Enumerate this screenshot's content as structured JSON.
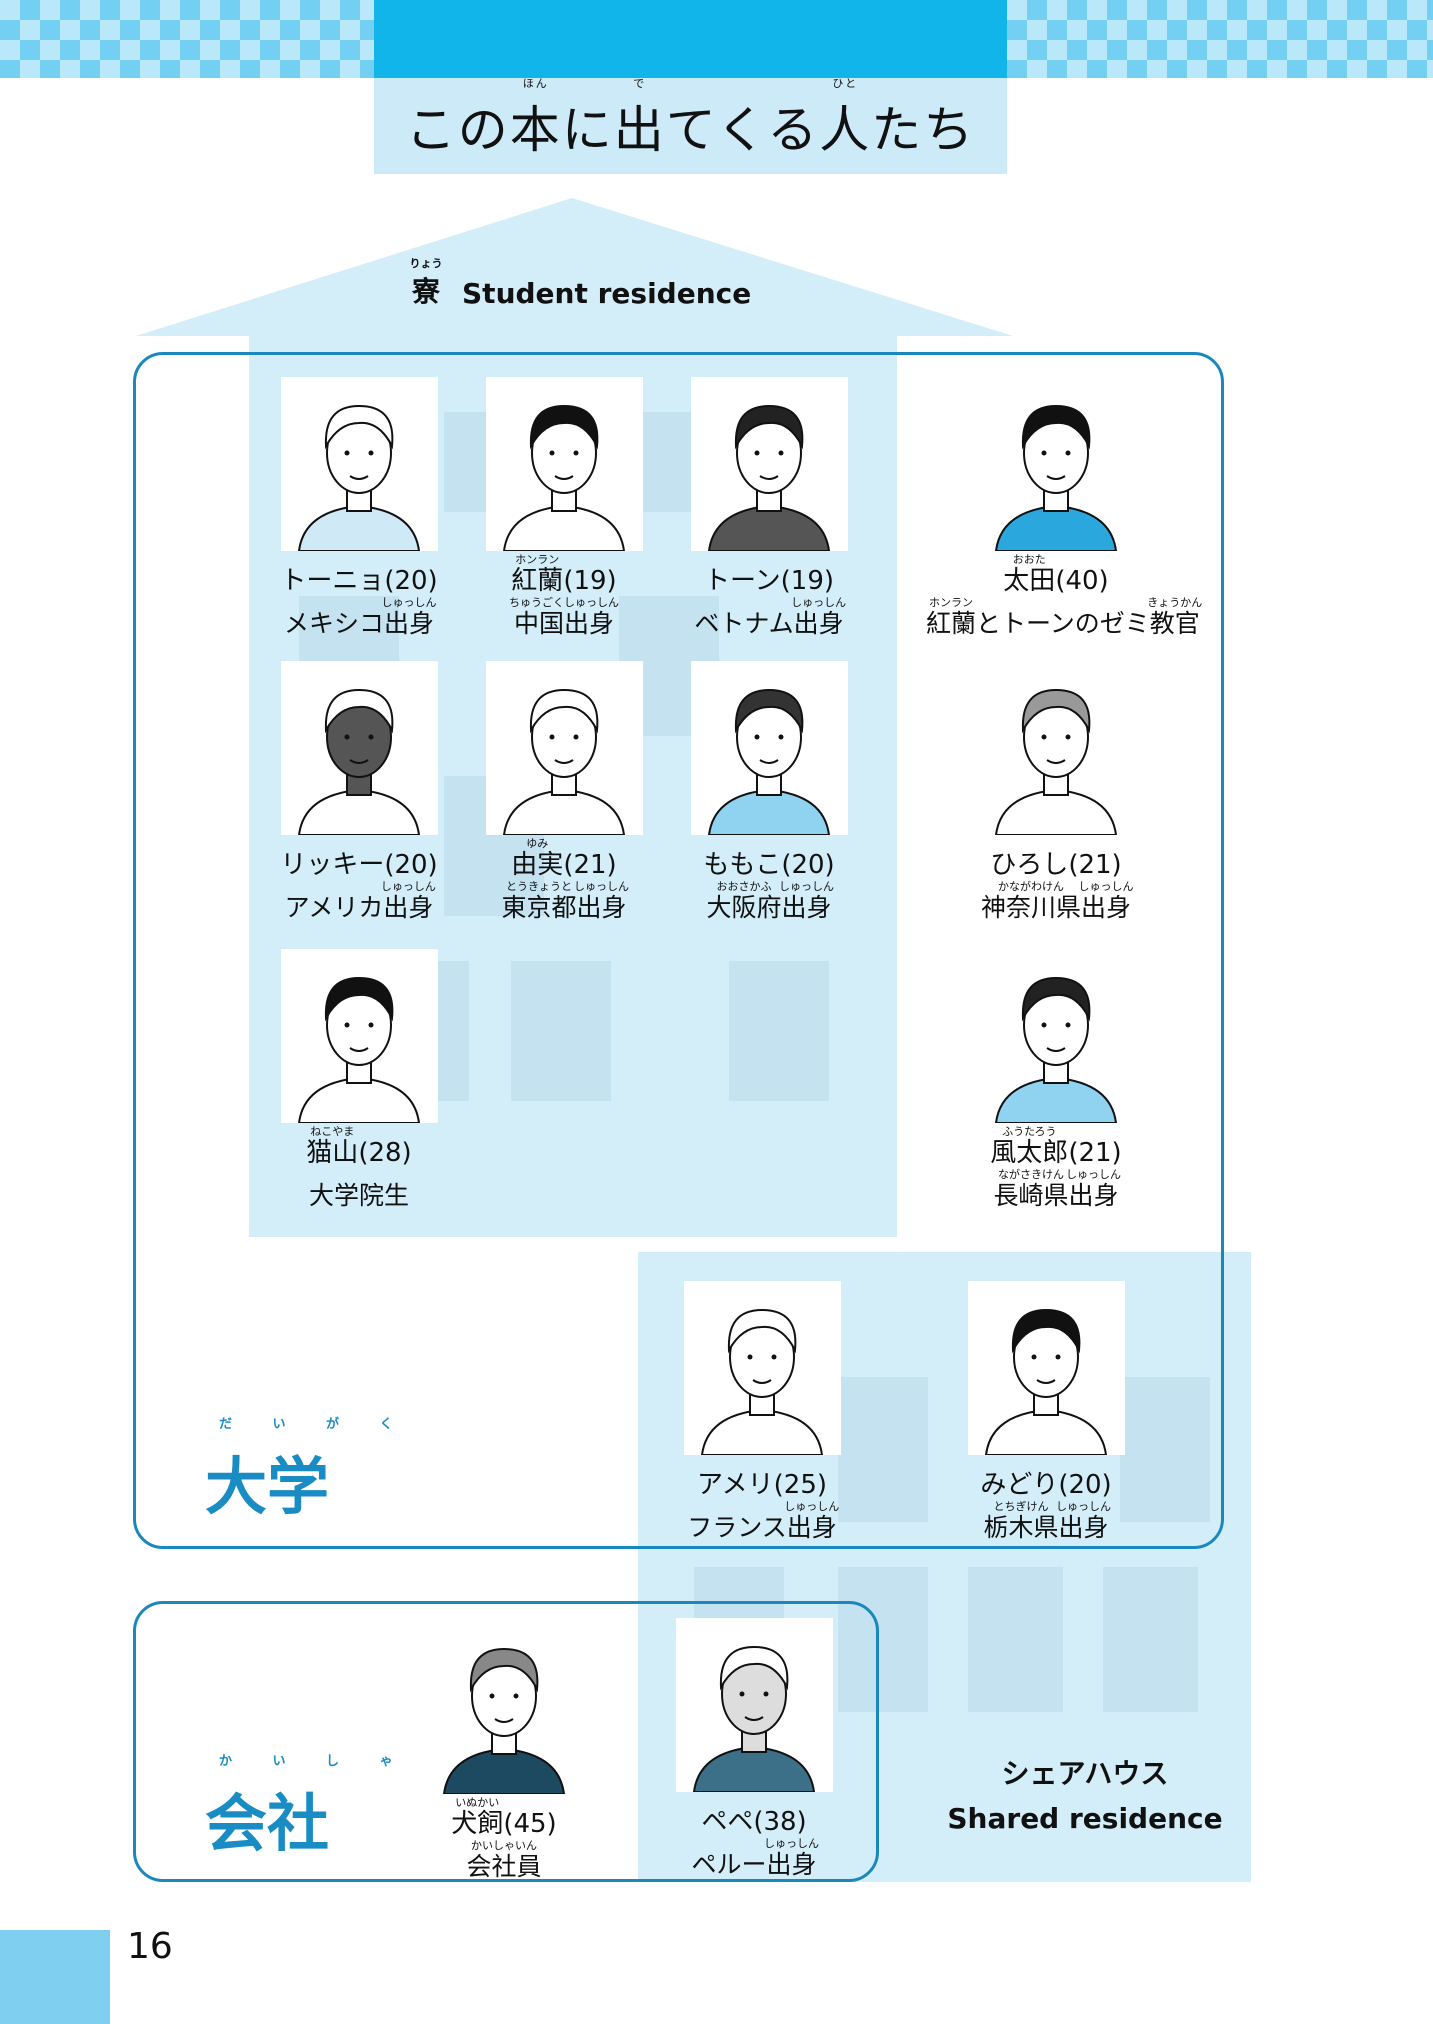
{
  "header": {
    "title_parts": [
      {
        "t": "この"
      },
      {
        "t": "本",
        "r": "ほん"
      },
      {
        "t": "に"
      },
      {
        "t": "出",
        "r": "で"
      },
      {
        "t": "てくる"
      },
      {
        "t": "人",
        "r": "ひと"
      },
      {
        "t": "たち"
      }
    ]
  },
  "dorm": {
    "kanji": "寮",
    "ruby": "りょう",
    "label": "Student residence"
  },
  "university": {
    "label": "大学",
    "ruby": "だ い が く"
  },
  "company": {
    "label": "会社",
    "ruby": "か い し ゃ"
  },
  "share_house": {
    "label_ja": "シェアハウス",
    "label_en": "Shared residence"
  },
  "page_number": "16",
  "colors": {
    "accent": "#1a8cc4",
    "light_blue": "#d3edf9",
    "top_band": "#12b5ea"
  },
  "people": [
    {
      "name": [
        {
          "t": "トーニョ(20)"
        }
      ],
      "origin": [
        {
          "t": "メキシコ"
        },
        {
          "t": "出身",
          "r": "しゅっしん"
        }
      ],
      "avatar": "man-beard-plaid"
    },
    {
      "name": [
        {
          "t": "紅蘭",
          "r": "ホンラン"
        },
        {
          "t": "(19)"
        }
      ],
      "origin": [
        {
          "t": "中国出身",
          "r": "ちゅうごくしゅっしん"
        }
      ],
      "avatar": "woman-long-black-hair"
    },
    {
      "name": [
        {
          "t": "トーン(19)"
        }
      ],
      "origin": [
        {
          "t": "ベトナム"
        },
        {
          "t": "出身",
          "r": "しゅっしん"
        }
      ],
      "avatar": "man-short-hair-polo"
    },
    {
      "name": [
        {
          "t": "太田",
          "r": "おおた"
        },
        {
          "t": "(40)"
        }
      ],
      "origin": [
        {
          "t": "紅蘭",
          "r": "ホンラン"
        },
        {
          "t": "とトーンのゼミ"
        },
        {
          "t": "教官",
          "r": "きょうかん"
        }
      ],
      "avatar": "woman-teacher"
    },
    {
      "name": [
        {
          "t": "リッキー(20)"
        }
      ],
      "origin": [
        {
          "t": "アメリカ"
        },
        {
          "t": "出身",
          "r": "しゅっしん"
        }
      ],
      "avatar": "man-dark-skin"
    },
    {
      "name": [
        {
          "t": "由実",
          "r": "ゆみ"
        },
        {
          "t": "(21)"
        }
      ],
      "origin": [
        {
          "t": "東京都",
          "r": "とうきょうと"
        },
        {
          "t": "出身",
          "r": "しゅっしん"
        }
      ],
      "avatar": "woman-ponytail"
    },
    {
      "name": [
        {
          "t": "ももこ(20)"
        }
      ],
      "origin": [
        {
          "t": "大阪府",
          "r": "おおさかふ"
        },
        {
          "t": "出身",
          "r": "しゅっしん"
        }
      ],
      "avatar": "woman-glasses-bob"
    },
    {
      "name": [
        {
          "t": "ひろし(21)"
        }
      ],
      "origin": [
        {
          "t": "神奈川県",
          "r": "かながわけん"
        },
        {
          "t": "出身",
          "r": "しゅっしん"
        }
      ],
      "avatar": "man-short-hair"
    },
    {
      "name": [
        {
          "t": "猫山",
          "r": "ねこやま"
        },
        {
          "t": "(28)"
        }
      ],
      "origin": [
        {
          "t": "大学院生"
        }
      ],
      "avatar": "man-glasses"
    },
    {
      "name": [
        {
          "t": "風太郎",
          "r": "ふうたろう"
        },
        {
          "t": "(21)"
        }
      ],
      "origin": [
        {
          "t": "長崎県",
          "r": "ながさきけん"
        },
        {
          "t": "出身",
          "r": "しゅっしん"
        }
      ],
      "avatar": "man-hoodie"
    },
    {
      "name": [
        {
          "t": "アメリ(25)"
        }
      ],
      "origin": [
        {
          "t": "フランス"
        },
        {
          "t": "出身",
          "r": "しゅっしん"
        }
      ],
      "avatar": "woman-long-blonde"
    },
    {
      "name": [
        {
          "t": "みどり(20)"
        }
      ],
      "origin": [
        {
          "t": "栃木県",
          "r": "とちぎけん"
        },
        {
          "t": "出身",
          "r": "しゅっしん"
        }
      ],
      "avatar": "woman-bob"
    },
    {
      "name": [
        {
          "t": "犬飼",
          "r": "いぬかい"
        },
        {
          "t": "(45)"
        }
      ],
      "origin": [
        {
          "t": "会社員",
          "r": "かいしゃいん"
        }
      ],
      "avatar": "woman-office-glasses"
    },
    {
      "name": [
        {
          "t": "ペペ(38)"
        }
      ],
      "origin": [
        {
          "t": "ペルー"
        },
        {
          "t": "出身",
          "r": "しゅっしん"
        }
      ],
      "avatar": "man-suit"
    }
  ]
}
